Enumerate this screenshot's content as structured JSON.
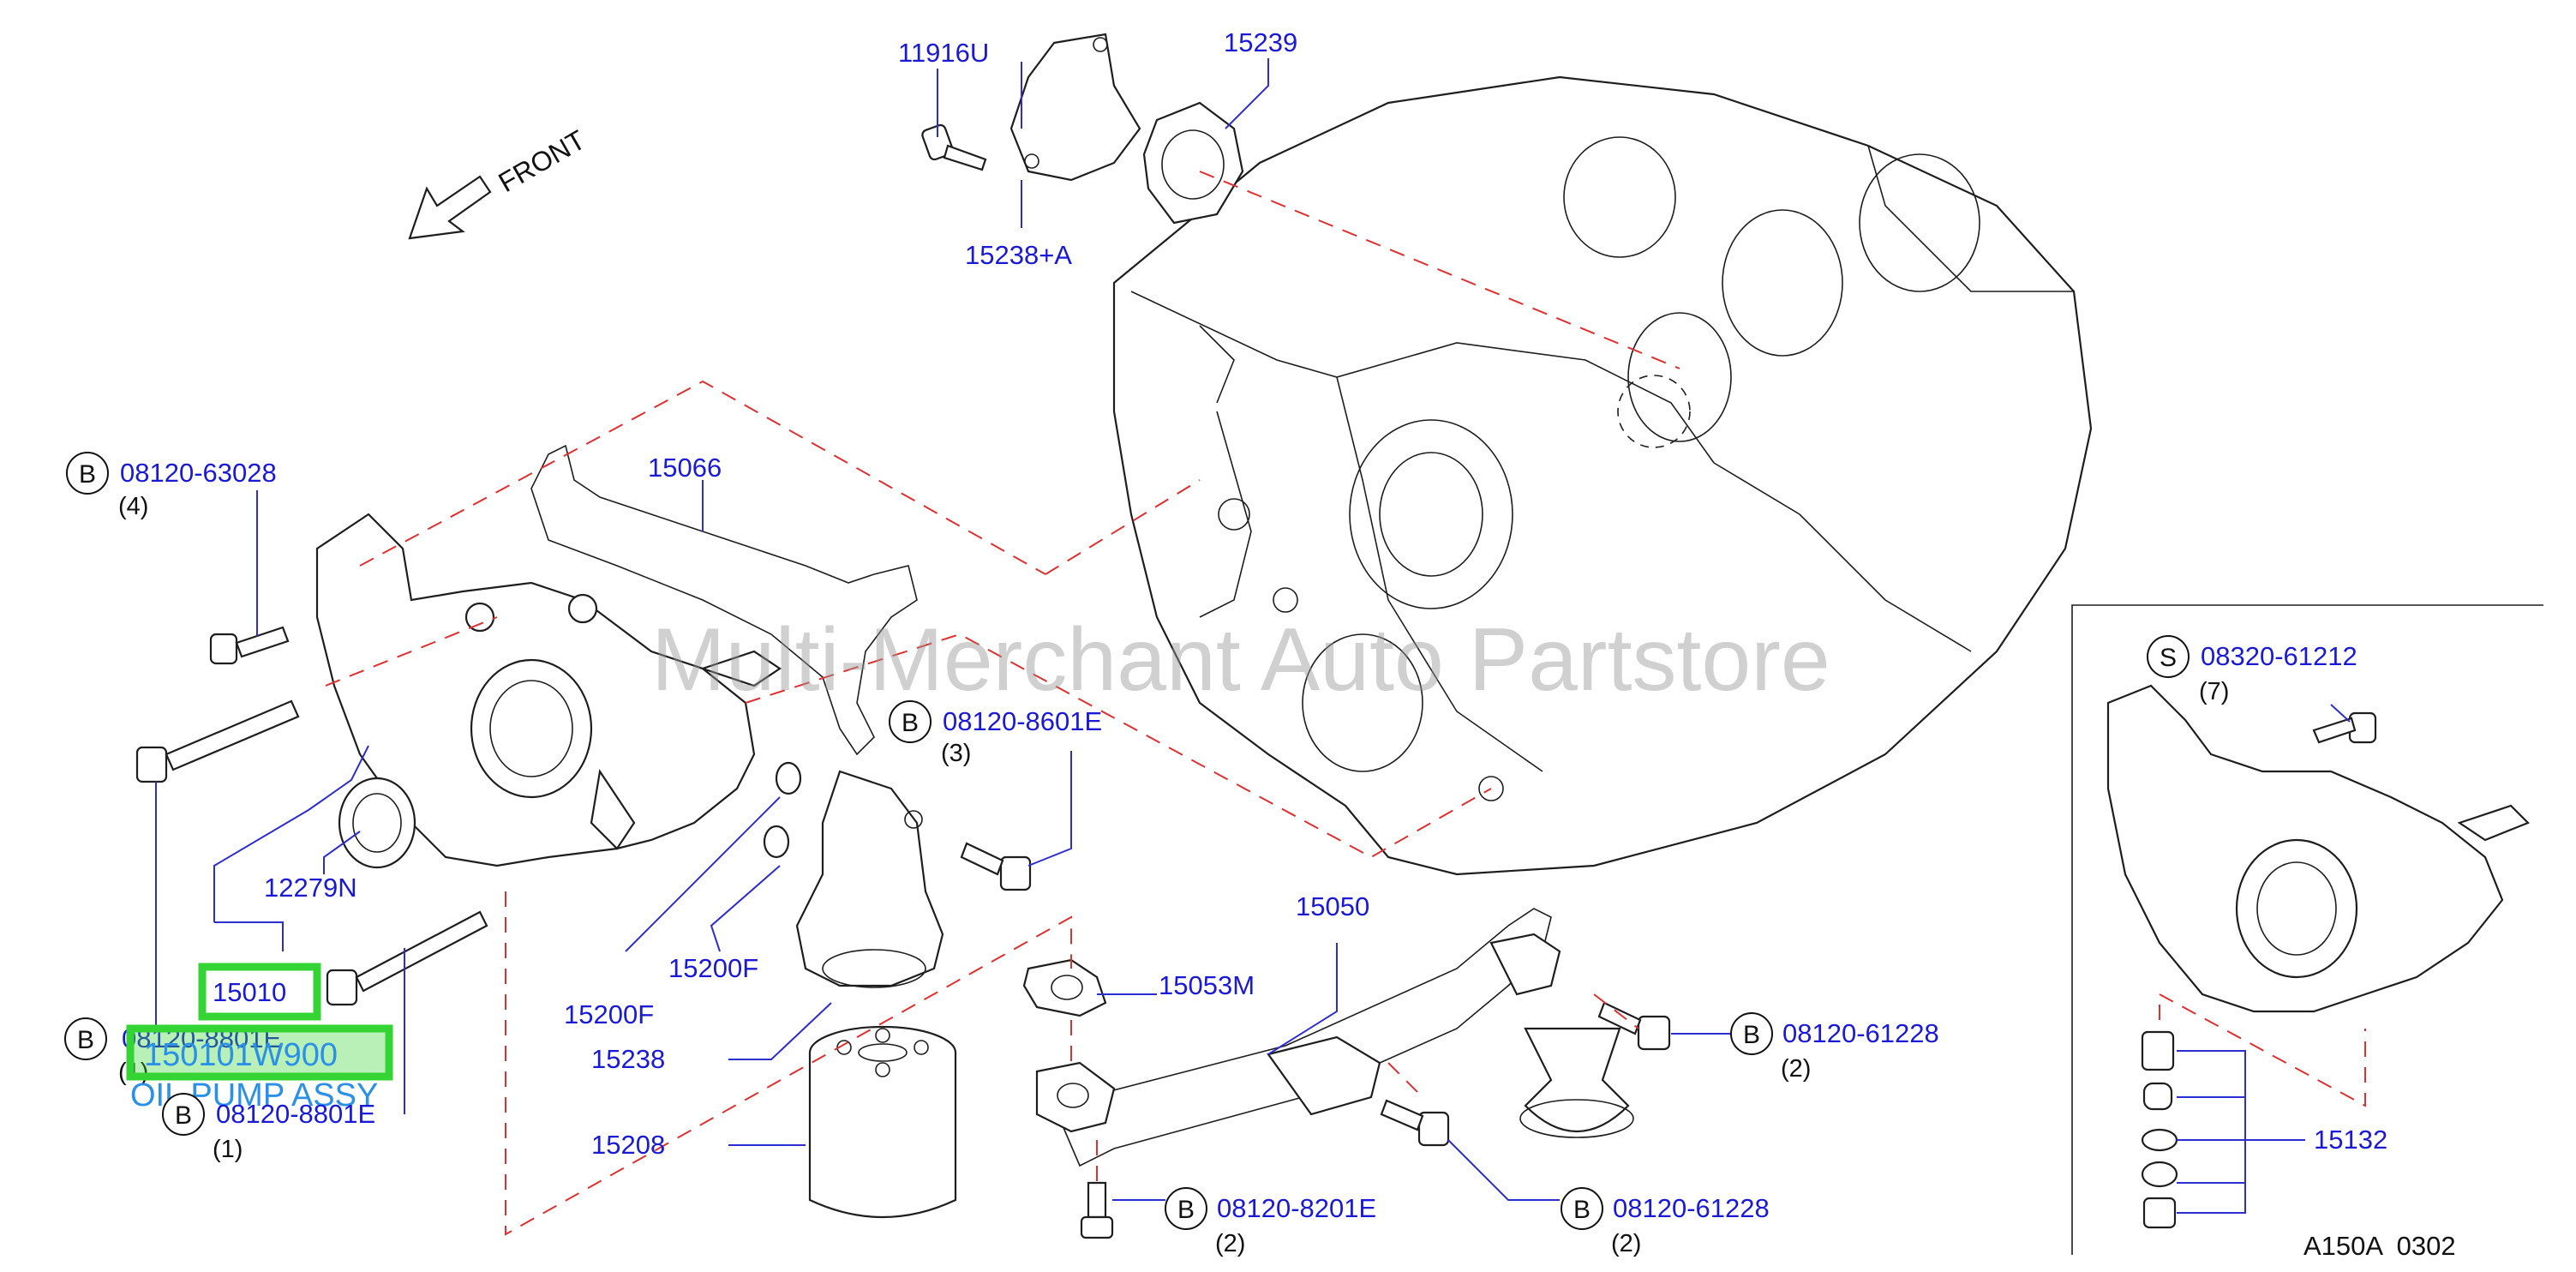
{
  "front_label": "FRONT",
  "watermark": "Multi-Merchant Auto Partstore",
  "diagram_code": "A150A  0302",
  "parts": {
    "p11916U": "11916U",
    "p15239": "15239",
    "p15238A": "15238+A",
    "p15066": "15066",
    "p08120_63028": "08120-63028",
    "q08120_63028": "(4)",
    "p08120_8601E": "08120-8601E",
    "q08120_8601E": "(3)",
    "p12279N": "12279N",
    "p15010": "15010",
    "p15010_1W900": "150101W900",
    "oil_pump_assy": "OIL PUMP ASSY",
    "p08120_8801E_a": "08120-8801E",
    "q08120_8801E_a": "(1)",
    "p08120_8801E_b": "08120-8801E",
    "q08120_8801E_b": "(1)",
    "p15200F_a": "15200F",
    "p15200F_b": "15200F",
    "p15238": "15238",
    "p15208": "15208",
    "p15053M": "15053M",
    "p15050": "15050",
    "p08120_61228_a": "08120-61228",
    "q08120_61228_a": "(2)",
    "p08120_61228_b": "08120-61228",
    "q08120_61228_b": "(2)",
    "p08120_8201E": "08120-8201E",
    "q08120_8201E": "(2)",
    "p08320_61212": "08320-61212",
    "q08320_61212": "(7)",
    "p15132": "15132"
  },
  "markers": {
    "b": "B",
    "s": "S"
  },
  "colors": {
    "label_blue": "#1a1ad6",
    "dashed_red": "#e03030",
    "highlight_green": "#35d435",
    "selected_label_blue": "#2a90e8"
  }
}
